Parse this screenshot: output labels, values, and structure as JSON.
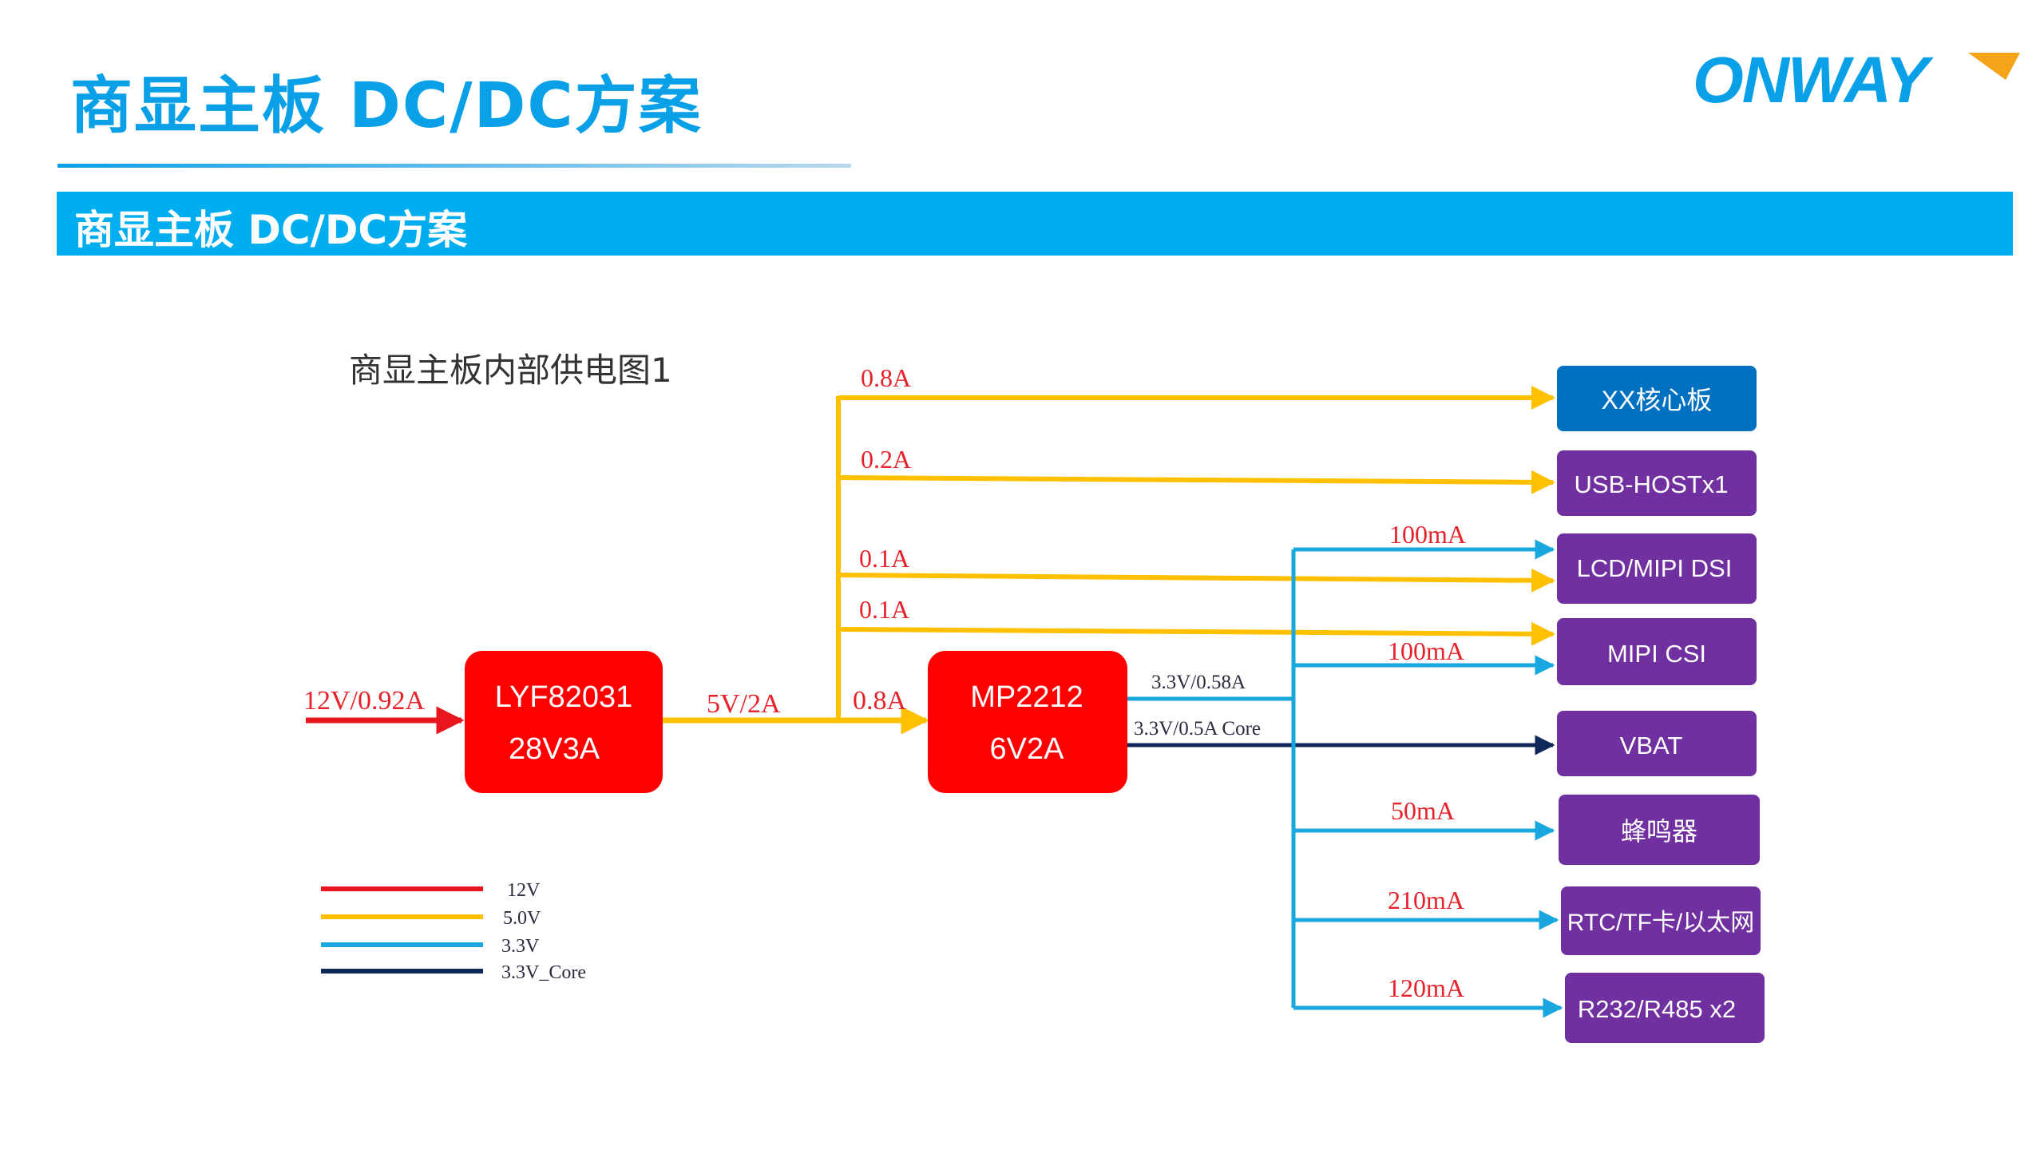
{
  "header": {
    "title": "商显主板 DC/DC方案",
    "banner": "商显主板 DC/DC方案",
    "logo_text": "ONWAY"
  },
  "diagram": {
    "subtitle": "商显主板内部供电图1",
    "input": "12V/0.92A",
    "chip1": {
      "line1": "LYF82031",
      "line2": "28V3A"
    },
    "link1": "5V/2A",
    "chip2_in": "0.8A",
    "chip2": {
      "line1": "MP2212",
      "line2": "6V2A"
    },
    "rail_33": "3.3V/0.58A",
    "rail_core": "3.3V/0.5A Core",
    "branch_5v": [
      "0.8A",
      "0.2A",
      "0.1A",
      "0.1A"
    ],
    "branch_33": [
      "100mA",
      "100mA",
      "50mA",
      "210mA",
      "120mA"
    ],
    "targets": [
      {
        "id": "core",
        "label": "XX核心板"
      },
      {
        "id": "usb",
        "label": "USB-HOSTx1"
      },
      {
        "id": "lcd",
        "label": "LCD/MIPI DSI"
      },
      {
        "id": "csi",
        "label": "MIPI CSI"
      },
      {
        "id": "vbat",
        "label": "VBAT"
      },
      {
        "id": "buzzer",
        "label": "蜂鸣器"
      },
      {
        "id": "rtc",
        "label": "RTC/TF卡/以太网"
      },
      {
        "id": "rs",
        "label": "R232/R485 x2"
      }
    ],
    "legend": [
      {
        "label": "12V",
        "color": "#e8141e"
      },
      {
        "label": "5.0V",
        "color": "#ffc000"
      },
      {
        "label": "3.3V",
        "color": "#1aa7e0"
      },
      {
        "label": "3.3V_Core",
        "color": "#10275a"
      }
    ]
  },
  "colors": {
    "red": "#e8141e",
    "yellow": "#ffc000",
    "blue": "#1aa7e0",
    "navy": "#10275a",
    "purple": "#7030a0",
    "core_blue": "#0070c0",
    "brand": "#0aa0e8"
  }
}
